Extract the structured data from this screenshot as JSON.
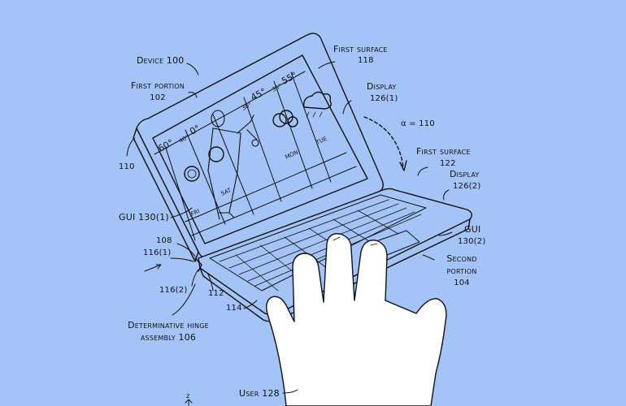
{
  "background": "#a4c4f8",
  "line_color": "#111111",
  "labels": {
    "device": "Device 100",
    "first_portion": "First portion",
    "first_portion_num": "102",
    "first_surface_top": "First surface",
    "first_surface_top_num": "118",
    "display_top": "Display",
    "display_top_num": "126(1)",
    "alpha": "α = 110",
    "first_surface_right": "First surface",
    "first_surface_right_num": "122",
    "display_right": "Display",
    "display_right_num": "126(2)",
    "hinge_edge": "110",
    "gui_left": "GUI 130(1)",
    "gui_right": "GUI",
    "gui_right_num": "130(2)",
    "second_portion": "Second",
    "second_portion_2": "portion",
    "second_portion_num": "104",
    "ref_108": "108",
    "ref_116_1": "116(1)",
    "ref_116_2": "116(2)",
    "ref_112": "112",
    "ref_114": "114",
    "hinge_assembly": "Determinative hinge",
    "hinge_assembly_2": "assembly 106",
    "user": "User 128",
    "axis_z": "z"
  },
  "weather_screen": {
    "temps": [
      "60°",
      "40°",
      "0°",
      "30°",
      "45°",
      "35°",
      "55°"
    ],
    "days": [
      "FRI",
      "SAT",
      "MON",
      "TUE"
    ]
  }
}
